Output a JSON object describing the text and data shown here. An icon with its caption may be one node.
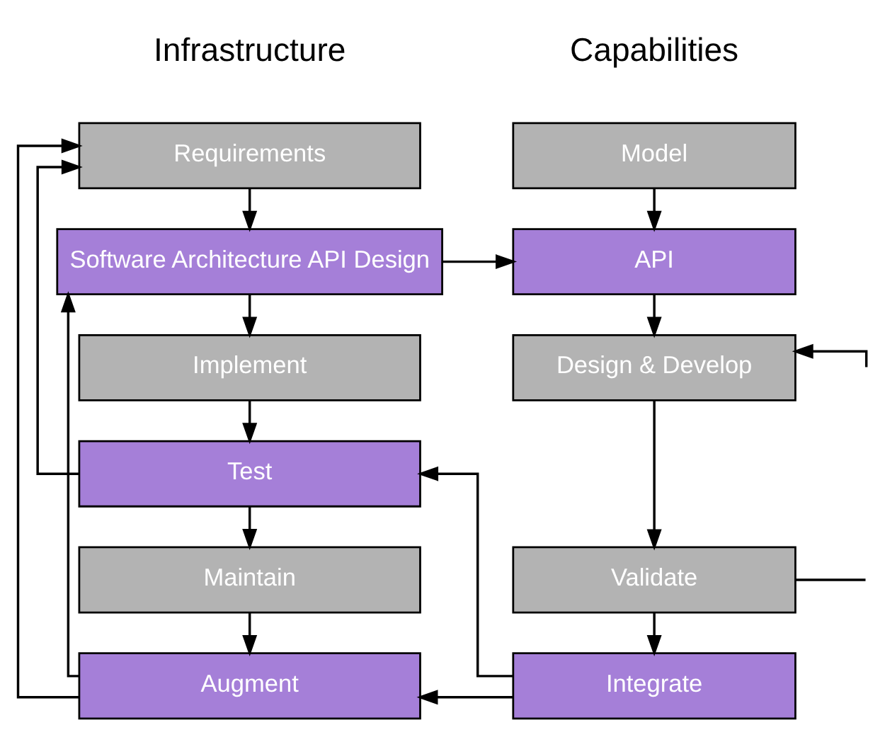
{
  "diagram": {
    "nodes": [
      {
        "text": [
          "Requirements"
        ]
      },
      {
        "text": [
          "Software Architecture API Design"
        ]
      },
      {
        "text": [
          "Implement"
        ]
      },
      {
        "text": [
          "Test"
        ]
      },
      {
        "text": [
          "Maintain"
        ]
      },
      {
        "text": [
          "Augment"
        ]
      },
      {
        "text": [
          "Model"
        ]
      },
      {
        "text": [
          "API"
        ]
      },
      {
        "text": [
          "Design & Develop"
        ]
      },
      {
        "text": [
          "Validate"
        ]
      },
      {
        "text": [
          "Integrate"
        ]
      }
    ],
    "edges": [
      {
        "from": 0,
        "to": 1,
        "arrow": "to"
      },
      {
        "from": 1,
        "to": 2,
        "arrow": "to"
      },
      {
        "from": 2,
        "to": 3,
        "arrow": "to"
      },
      {
        "from": 3,
        "to": 4,
        "arrow": "to"
      },
      {
        "from": 4,
        "to": 5,
        "arrow": "to"
      },
      {
        "from": 3,
        "to": 0,
        "arrow": "to"
      },
      {
        "from": 5,
        "to": 0,
        "arrow": "to"
      },
      {
        "from": 5,
        "to": 1,
        "arrow": "to"
      },
      {
        "from": 1,
        "to": 7,
        "arrow": "to"
      },
      {
        "from": 6,
        "to": 7,
        "arrow": "to"
      },
      {
        "from": 7,
        "to": 8,
        "arrow": "to"
      },
      {
        "from": 8,
        "to": 9,
        "arrow": "to"
      },
      {
        "from": 9,
        "to": 10,
        "arrow": "to"
      },
      {
        "from": 10,
        "to": 5,
        "arrow": "to"
      },
      {
        "from": 10,
        "to": 3,
        "arrow": "to"
      },
      {
        "from": null,
        "to": 8,
        "arrow": "to"
      },
      {
        "from": 9,
        "to": null,
        "arrow": "none"
      }
    ],
    "labels": [
      "Infrastructure",
      "Capabilities"
    ]
  }
}
